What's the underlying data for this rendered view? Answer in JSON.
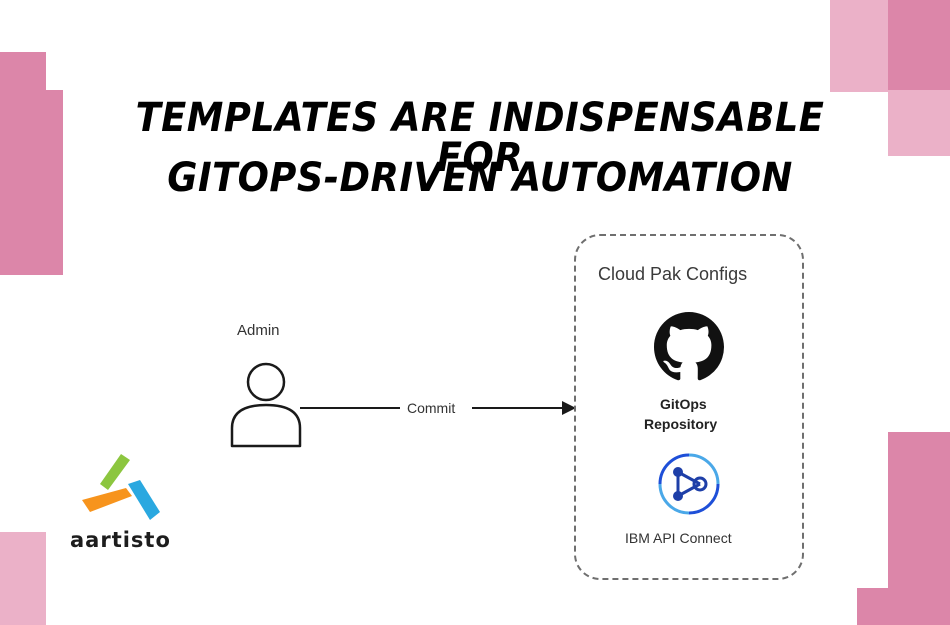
{
  "heading": {
    "line1": "TEMPLATES ARE INDISPENSABLE FOR",
    "line2": "GITOPS-DRIVEN AUTOMATION"
  },
  "diagram": {
    "actor_label": "Admin",
    "edge_label": "Commit",
    "group_title": "Cloud Pak Configs",
    "node_gitops_line1": "GitOps",
    "node_gitops_line2": "Repository",
    "node_api_label": "IBM API Connect"
  },
  "logo": {
    "text": "aartisto"
  },
  "icons": {
    "actor": "user-icon",
    "gitops": "github-icon",
    "api": "api-connect-icon",
    "logo": "aartisto-logo-icon"
  },
  "colors": {
    "pink_dark": "#dc86a9",
    "pink_light": "#ebb1c8",
    "logo_green": "#8cc63f",
    "logo_blue": "#2aa8e0",
    "logo_orange": "#f7941d",
    "api_blue": "#1e4fd8",
    "api_ring": "#4aa8e8"
  }
}
